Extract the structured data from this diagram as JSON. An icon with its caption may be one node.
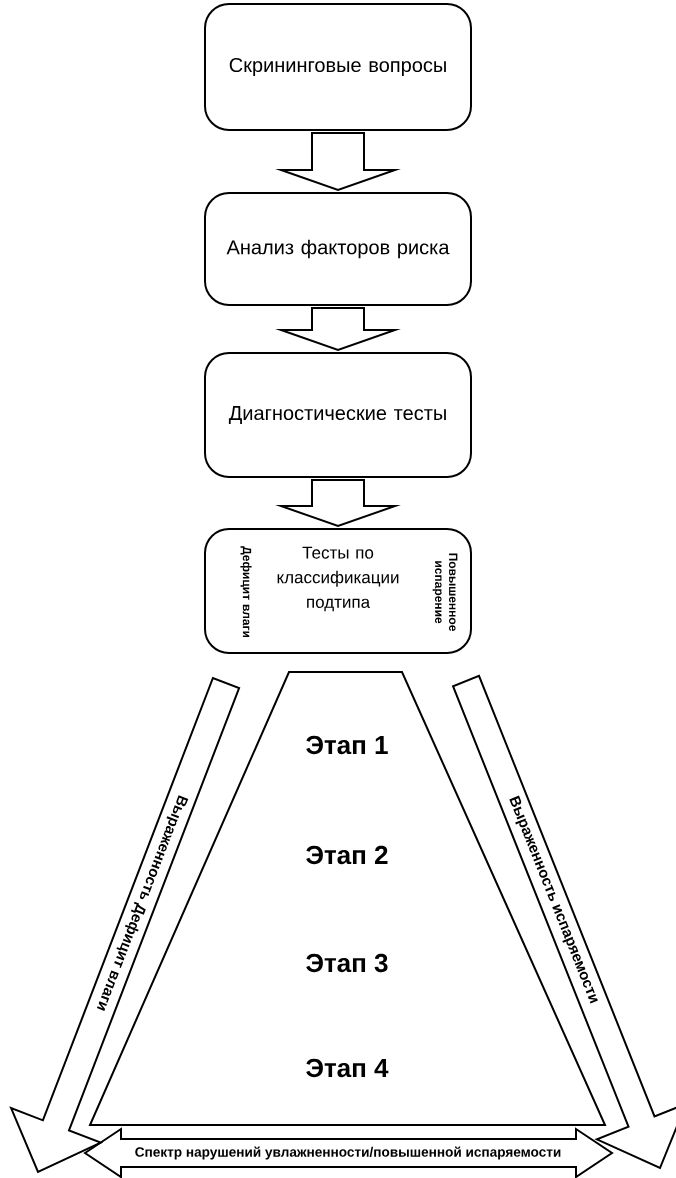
{
  "diagram": {
    "nodes": [
      {
        "text": [
          "Скрининговые вопросы"
        ]
      },
      {
        "text": [
          "Анализ факторов риска"
        ]
      },
      {
        "text": [
          "Диагностические тесты"
        ]
      },
      {
        "text": [
          "Тесты по классификации подтипа",
          "Дефицит влаги",
          "Повышенное испарение"
        ]
      },
      {
        "text": [
          "Этап 1",
          "Этап 2",
          "Этап 3",
          "Этап 4"
        ]
      }
    ],
    "edges": [
      {
        "from": 0,
        "to": 1,
        "arrow": "to"
      },
      {
        "from": 1,
        "to": 2,
        "arrow": "to"
      },
      {
        "from": 2,
        "to": 3,
        "arrow": "to"
      }
    ],
    "labels": [
      "Выраженность Дефицит влаги",
      "Выраженность испаряемости",
      "Спектр нарушений увлажненности/повышенной испаряемости"
    ]
  }
}
